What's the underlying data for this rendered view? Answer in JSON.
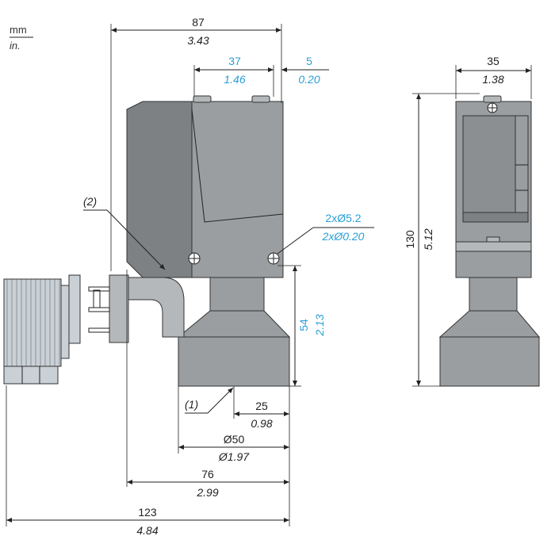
{
  "units": {
    "primary": "mm",
    "secondary": "in."
  },
  "dimensions": {
    "top_width": {
      "mm": "87",
      "in": "3.43"
    },
    "head_width": {
      "mm": "37",
      "in": "1.46"
    },
    "head_offset": {
      "mm": "5",
      "in": "0.20"
    },
    "holes": {
      "mm": "2xØ5.2",
      "in": "2xØ0.20"
    },
    "lower_height": {
      "mm": "54",
      "in": "2.13"
    },
    "half_base": {
      "mm": "25",
      "in": "0.98"
    },
    "base_diameter": {
      "mm": "Ø50",
      "in": "Ø1.97"
    },
    "body_width": {
      "mm": "76",
      "in": "2.99"
    },
    "overall_width": {
      "mm": "123",
      "in": "4.84"
    },
    "side_width": {
      "mm": "35",
      "in": "1.38"
    },
    "side_height": {
      "mm": "130",
      "in": "5.12"
    }
  },
  "callouts": {
    "one": "(1)",
    "two": "(2)"
  },
  "colors": {
    "accent": "#2a9fd6",
    "body": "#7d8183",
    "connector": "#c9d0d6"
  }
}
